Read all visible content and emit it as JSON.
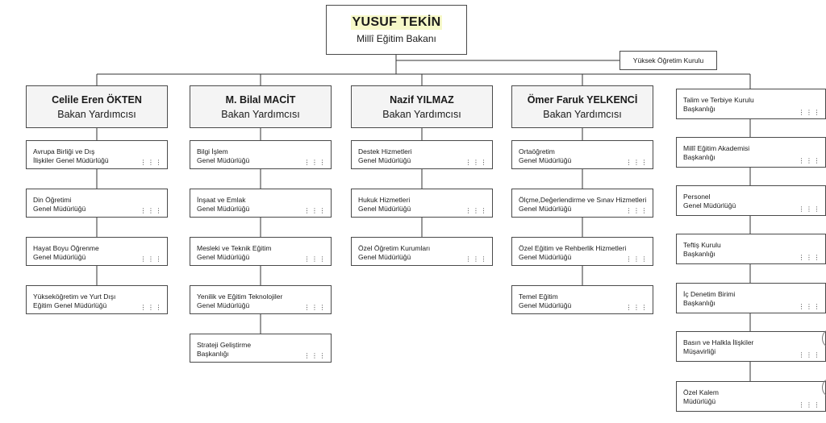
{
  "minister": {
    "name": "YUSUF TEKİN",
    "title": "Millî Eğitim Bakanı"
  },
  "board": {
    "label": "Yüksek Öğretim Kurulu"
  },
  "more_glyph": ". . .\n. . .",
  "deputies": [
    {
      "name": "Celile Eren ÖKTEN",
      "title": "Bakan Yardımcısı",
      "units": [
        {
          "l1": "Avrupa Birliği ve Dış",
          "l2": "İlişkiler Genel Müdürlüğü"
        },
        {
          "l1": "Din Öğretimi",
          "l2": "Genel Müdürlüğü"
        },
        {
          "l1": "Hayat Boyu Öğrenme",
          "l2": "Genel Müdürlüğü"
        },
        {
          "l1": "Yükseköğretim ve Yurt Dışı",
          "l2": "Eğitim Genel Müdürlüğü"
        }
      ]
    },
    {
      "name": "M. Bilal MACİT",
      "title": "Bakan Yardımcısı",
      "units": [
        {
          "l1": "Bilgi İşlem",
          "l2": "Genel Müdürlüğü"
        },
        {
          "l1": "İnşaat ve Emlak",
          "l2": "Genel Müdürlüğü"
        },
        {
          "l1": "Mesleki ve Teknik Eğitim",
          "l2": "Genel Müdürlüğü"
        },
        {
          "l1": "Yenilik ve Eğitim Teknolojiler",
          "l2": "Genel Müdürlüğü"
        },
        {
          "l1": "Strateji Geliştirme",
          "l2": "Başkanlığı"
        }
      ]
    },
    {
      "name": "Nazif YILMAZ",
      "title": "Bakan Yardımcısı",
      "units": [
        {
          "l1": "Destek Hizmetleri",
          "l2": "Genel Müdürlüğü"
        },
        {
          "l1": "Hukuk Hizmetleri",
          "l2": "Genel Müdürlüğü"
        },
        {
          "l1": "Özel Öğretim Kurumları",
          "l2": "Genel Müdürlüğü"
        }
      ]
    },
    {
      "name": "Ömer Faruk YELKENCİ",
      "title": "Bakan Yardımcısı",
      "units": [
        {
          "l1": "Ortaöğretim",
          "l2": "Genel Müdürlüğü"
        },
        {
          "l1": "Ölçme,Değerlendirme ve Sınav Hizmetleri",
          "l2": "Genel Müdürlüğü"
        },
        {
          "l1": "Özel Eğitim ve Rehberlik Hizmetleri",
          "l2": "Genel Müdürlüğü"
        },
        {
          "l1": "Temel Eğitim",
          "l2": "Genel Müdürlüğü"
        }
      ]
    }
  ],
  "direct_units": [
    {
      "l1": "Talim ve Terbiye Kurulu",
      "l2": "Başkanlığı"
    },
    {
      "l1": "Millî Eğitim Akademisi",
      "l2": "Başkanlığı"
    },
    {
      "l1": "Personel",
      "l2": "Genel Müdürlüğü"
    },
    {
      "l1": "Teftiş Kurulu",
      "l2": "Başkanlığı"
    },
    {
      "l1": "İç Denetim Birimi",
      "l2": "Başkanlığı"
    },
    {
      "l1": "Basın ve Halkla İlişkiler",
      "l2": "Müşavirliği"
    },
    {
      "l1": "Özel Kalem",
      "l2": "Müdürlüğü"
    }
  ]
}
